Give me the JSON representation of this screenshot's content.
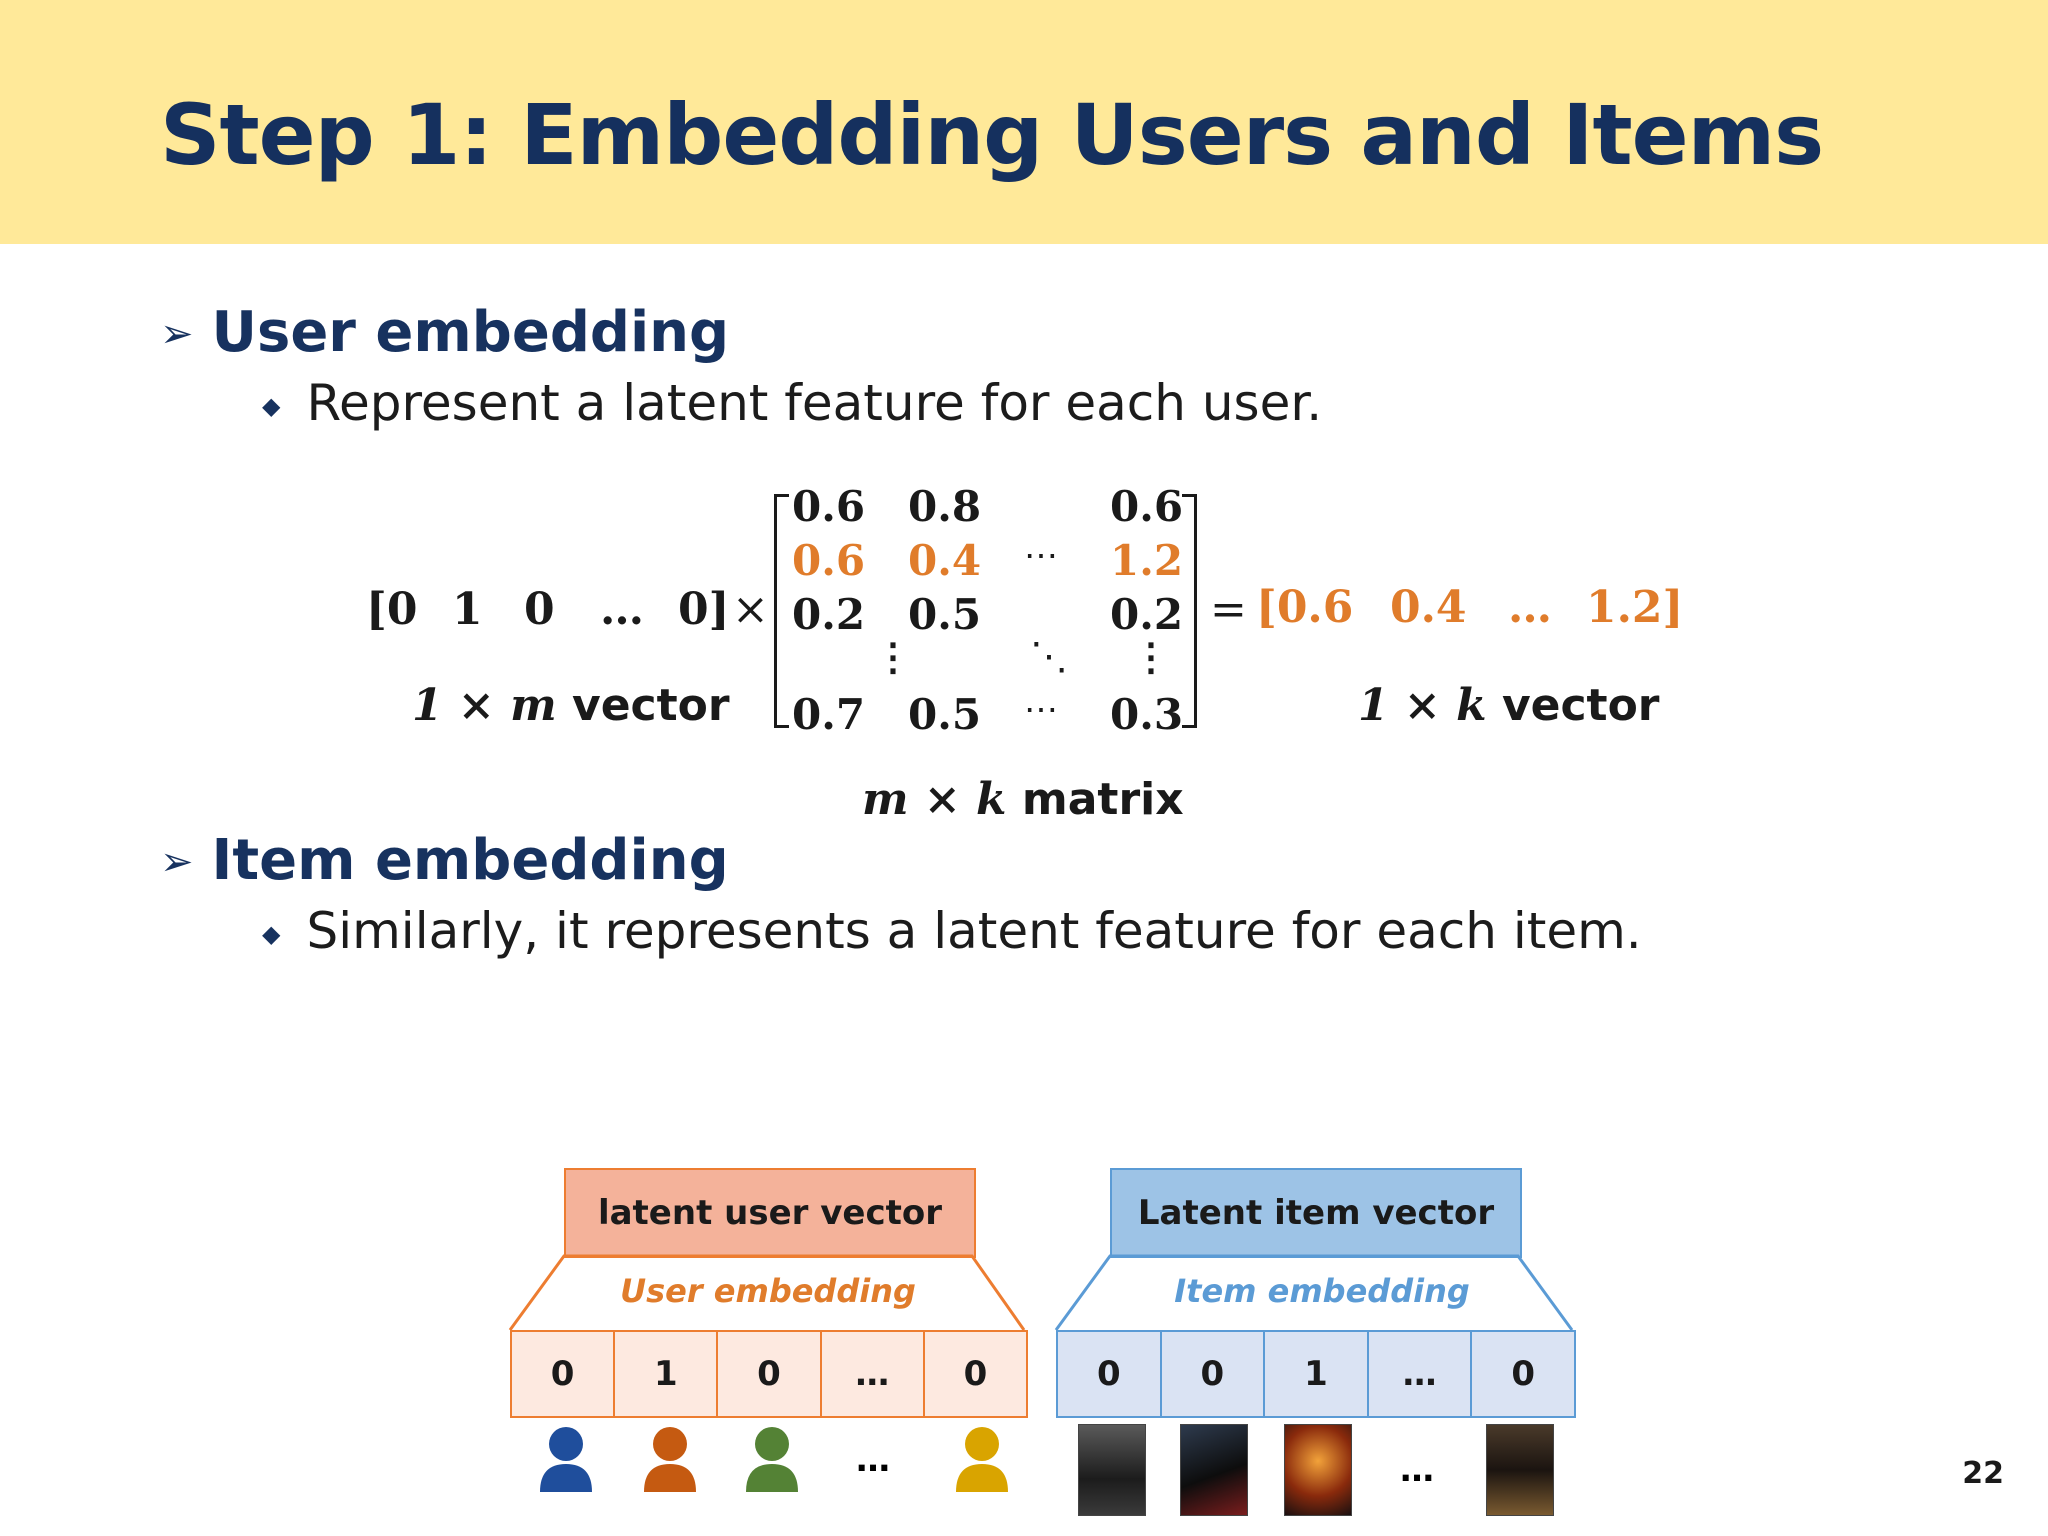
{
  "slide": {
    "title": "Step 1: Embedding Users and Items",
    "page_number": "22",
    "colors": {
      "title_band": "#ffe999",
      "title_text": "#15305e",
      "orange": "#e07c2b",
      "blue": "#5b9bd5"
    }
  },
  "sections": {
    "user": {
      "bullet_icon": "arrow-bullet-icon",
      "heading": "User embedding",
      "sub_icon": "diamond-bullet-icon",
      "sub": "Represent a latent feature for each user."
    },
    "item": {
      "bullet_icon": "arrow-bullet-icon",
      "heading": "Item embedding",
      "sub_icon": "diamond-bullet-icon",
      "sub": "Similarly, it represents a latent feature for each item."
    }
  },
  "equation": {
    "onehot": {
      "open": "[0",
      "v1": "1",
      "v2": "0",
      "dots": "…",
      "close": "0]"
    },
    "times": "×",
    "matrix_rows": [
      [
        "0.6",
        "0.8",
        "",
        "0.6"
      ],
      [
        "0.6",
        "0.4",
        "⋯",
        "1.2"
      ],
      [
        "0.2",
        "0.5",
        "",
        "0.2"
      ],
      [
        "",
        "⋮",
        "⋱",
        "⋮"
      ],
      [
        "0.7",
        "0.5",
        "⋯",
        "0.3"
      ]
    ],
    "equals": "=",
    "result": {
      "open": "[0.6",
      "v1": "0.4",
      "dots": "…",
      "close": "1.2]"
    },
    "labels": {
      "left": {
        "math": "1 × m",
        "word": "vector"
      },
      "center": {
        "math": "m × k",
        "word": "matrix"
      },
      "right": {
        "math": "1 × k",
        "word": "vector"
      }
    }
  },
  "diagram": {
    "user": {
      "header": "latent user vector",
      "embedding": "User embedding",
      "cells": [
        "0",
        "1",
        "0",
        "…",
        "0"
      ],
      "ellipsis": "…",
      "avatar_colors": [
        "#1f4e9c",
        "#c55a11",
        "#548235",
        "#d9a400"
      ],
      "colors": {
        "fill": "#f4b29a",
        "stroke": "#ed7d31",
        "text": "#e07c2b",
        "cell_fill": "#fde9e0"
      }
    },
    "item": {
      "header": "Latent item vector",
      "embedding": "Item embedding",
      "cells": [
        "0",
        "0",
        "1",
        "…",
        "0"
      ],
      "ellipsis": "…",
      "posters": [
        "movie-poster-1",
        "movie-poster-2",
        "movie-poster-3",
        "movie-poster-4"
      ],
      "colors": {
        "fill": "#9dc3e6",
        "stroke": "#5b9bd5",
        "text": "#5b9bd5",
        "cell_fill": "#dae3f3"
      }
    }
  }
}
